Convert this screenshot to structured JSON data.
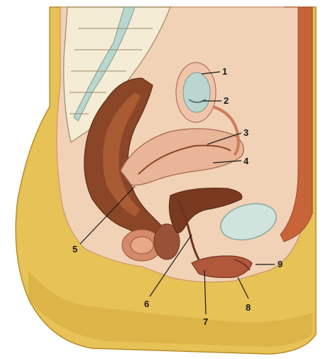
{
  "figure": {
    "labels": [
      {
        "id": "1",
        "text": "1"
      },
      {
        "id": "2",
        "text": "2"
      },
      {
        "id": "3",
        "text": "3"
      },
      {
        "id": "4",
        "text": "4"
      },
      {
        "id": "5",
        "text": "5"
      },
      {
        "id": "6",
        "text": "6"
      },
      {
        "id": "7",
        "text": "7"
      },
      {
        "id": "8",
        "text": "8"
      },
      {
        "id": "9",
        "text": "9"
      }
    ],
    "colors": {
      "skin": "#e9c65a",
      "skin_shadow": "#c99a2c",
      "tissue": "#f0d0b4",
      "bone": "#f4ecd4",
      "vessel": "#c8643a",
      "intestine": "#8a4626",
      "organ": "#d99a82",
      "fluid": "#b9d6cf"
    }
  }
}
